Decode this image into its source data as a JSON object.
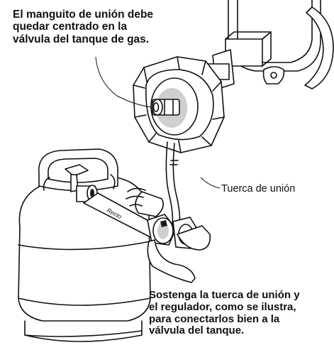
{
  "labels": {
    "top": {
      "lines": [
        "El manguito de unión debe",
        "quedar centrado en la",
        "válvula del tanque de gas."
      ]
    },
    "coupling_nut": "Tuerca de unión",
    "wrench": "Recto",
    "bottom": {
      "lines": [
        "Sostenga la tuerca de unión y",
        "el regulador, como se ilustra,",
        "para conectarlos bien a la",
        "válvula del tanque."
      ]
    }
  }
}
